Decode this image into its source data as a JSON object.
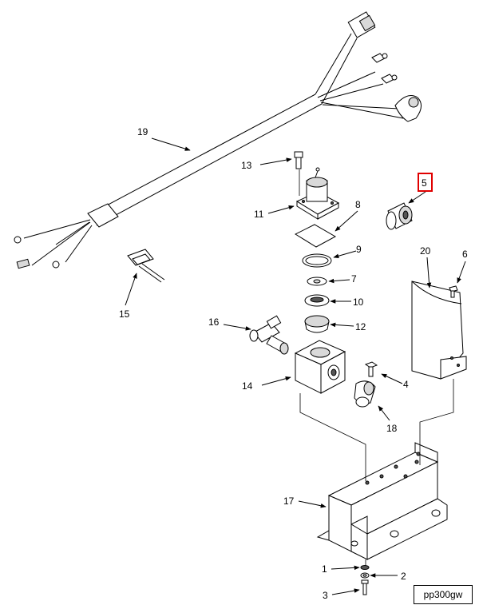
{
  "figure_id": "pp300gw",
  "highlighted_item": "5",
  "highlight_color": "#e00000",
  "callouts": {
    "c1": "1",
    "c2": "2",
    "c3": "3",
    "c4": "4",
    "c5": "5",
    "c6": "6",
    "c7": "7",
    "c8": "8",
    "c9": "9",
    "c10": "10",
    "c11": "11",
    "c12": "12",
    "c13": "13",
    "c14": "14",
    "c15": "15",
    "c16": "16",
    "c17": "17",
    "c18": "18",
    "c19": "19",
    "c20": "20"
  }
}
